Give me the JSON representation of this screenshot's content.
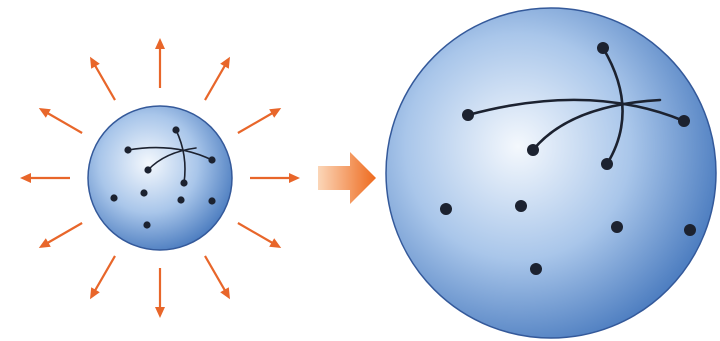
{
  "diagram": {
    "colors": {
      "background": "#ffffff",
      "sphere_fill_center": "#f4f8fd",
      "sphere_fill_mid": "#a9c6ea",
      "sphere_fill_edge": "#4f7fc1",
      "sphere_outline": "#34599a",
      "galaxy_dot": "#1c2230",
      "path_line": "#1c2230",
      "expansion_arrow": "#e8662a",
      "transition_arrow_light": "#fbd6b8",
      "transition_arrow_dark": "#ee6a1e"
    },
    "icons": {
      "small_sphere": "small-universe-sphere",
      "large_sphere": "large-universe-sphere",
      "radial_arrows": "outward-arrow-icon",
      "transition": "right-arrow-icon"
    },
    "radial_arrow_count": 12,
    "small_galaxy_count": 10,
    "large_galaxy_count": 10,
    "path_count": 3
  }
}
